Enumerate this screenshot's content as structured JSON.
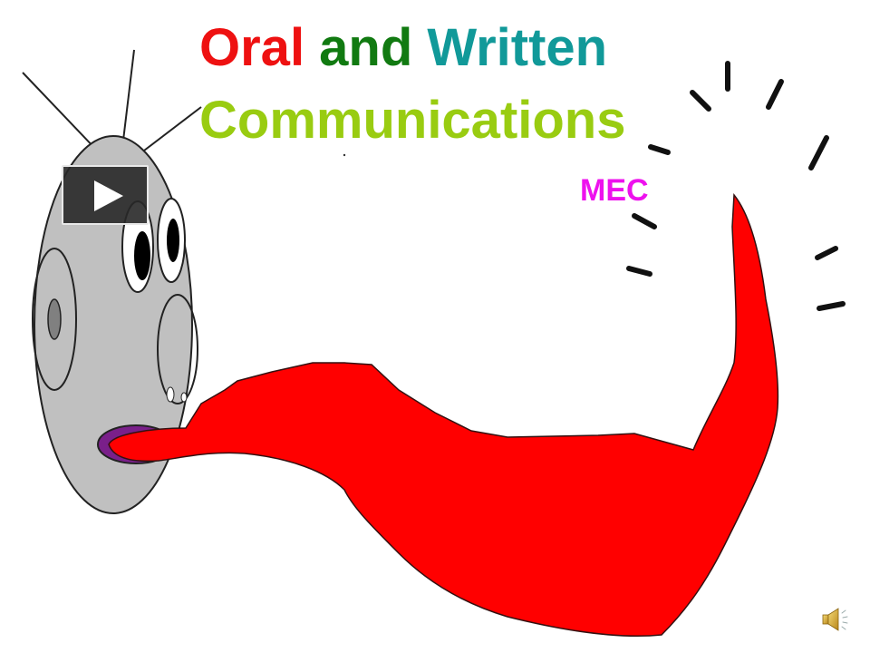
{
  "slide": {
    "title": {
      "line1": [
        {
          "text": "Oral",
          "color": "#ee1111"
        },
        {
          "text": " and",
          "color": "#117a11"
        },
        {
          "text": " Written",
          "color": "#119999"
        }
      ],
      "line2": {
        "text": "Communications",
        "color": "#99cc11"
      }
    },
    "subtitle": {
      "text": "MEC",
      "color": "#ee11ee"
    },
    "illustration": {
      "face_color": "#c0c0c0",
      "tongue_color": "#ff0000",
      "lip_color": "#7a1f8a"
    },
    "controls": {
      "play_button": {
        "icon": "play-icon",
        "label": "Play"
      },
      "audio_icon": {
        "icon": "speaker-icon",
        "label": "Audio"
      }
    }
  }
}
